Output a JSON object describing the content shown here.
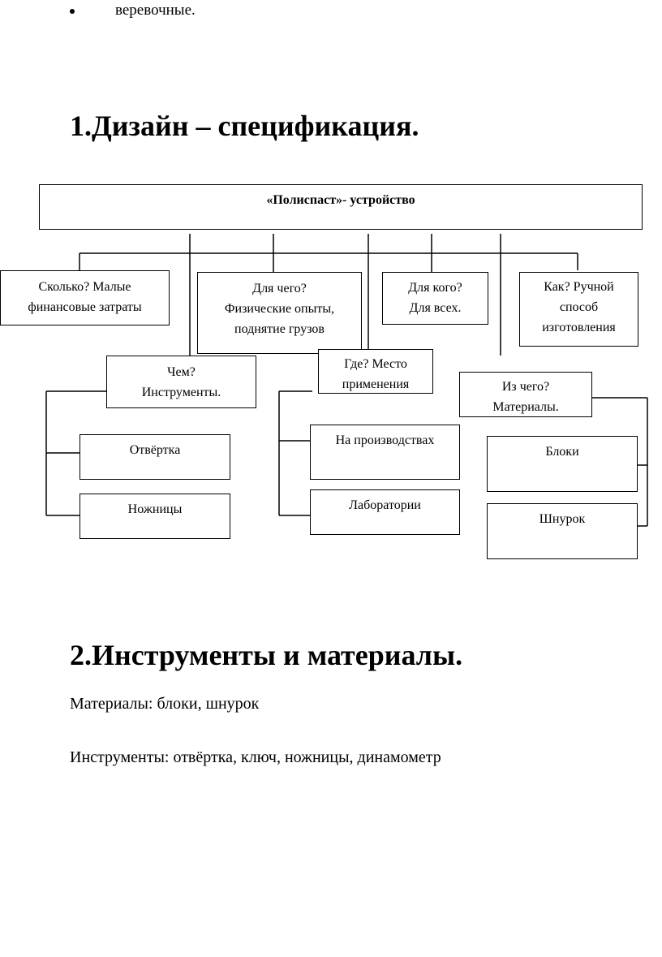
{
  "bullet_item": "веревочные.",
  "section1_heading": "1.Дизайн – спецификация.",
  "diagram": {
    "root": "«Полиспаст»- устройство",
    "how_much": [
      "Сколько? Малые",
      "финансовые затраты"
    ],
    "what_for": [
      "Для чего?",
      "Физические опыты,",
      "поднятие грузов"
    ],
    "for_whom": [
      "Для кого?",
      "Для всех."
    ],
    "how": [
      "Как? Ручной",
      "способ",
      "изготовления"
    ],
    "with_what": [
      "Чем?",
      "Инструменты."
    ],
    "where": [
      "Где? Место",
      "применения"
    ],
    "from_what": [
      "Из чего?",
      "Материалы."
    ],
    "tool_1": "Отвёртка",
    "tool_2": "Ножницы",
    "place_1": "На производствах",
    "place_2": "Лаборатории",
    "material_1": "Блоки",
    "material_2": "Шнурок"
  },
  "section2_heading": "2.Инструменты и материалы.",
  "materials_line": "Материалы: блоки, шнурок",
  "tools_line": "Инструменты: отвёртка, ключ, ножницы, динамометр"
}
